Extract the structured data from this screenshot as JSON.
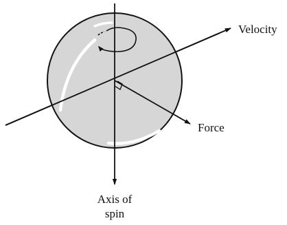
{
  "labels": {
    "velocity": "Velocity",
    "force": "Force",
    "axis_line1": "Axis of",
    "axis_line2": "spin"
  },
  "colors": {
    "sphere_fill": "#d6d6d6",
    "highlight": "#ffffff",
    "stroke": "#111111"
  },
  "icons": {
    "spin": "circular-arrow-icon",
    "right_angle": "right-angle-marker-icon"
  }
}
